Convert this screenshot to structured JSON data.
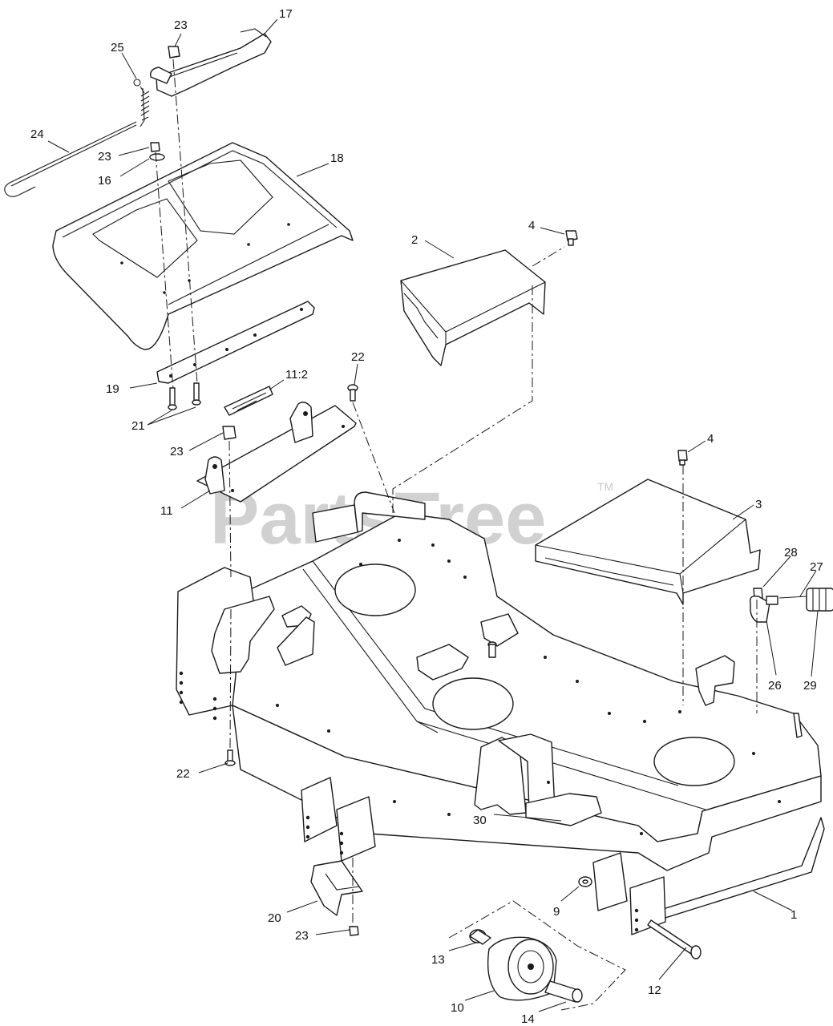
{
  "watermark": {
    "text": "PartsTree",
    "trademark": "TM"
  },
  "callouts": [
    {
      "id": "c23a",
      "label": "23"
    },
    {
      "id": "c17",
      "label": "17"
    },
    {
      "id": "c25",
      "label": "25"
    },
    {
      "id": "c24",
      "label": "24"
    },
    {
      "id": "c23b",
      "label": "23"
    },
    {
      "id": "c16",
      "label": "16"
    },
    {
      "id": "c18",
      "label": "18"
    },
    {
      "id": "c2",
      "label": "2"
    },
    {
      "id": "c4a",
      "label": "4"
    },
    {
      "id": "c22a",
      "label": "22"
    },
    {
      "id": "c11b",
      "label": "11:2"
    },
    {
      "id": "c19",
      "label": "19"
    },
    {
      "id": "c21",
      "label": "21"
    },
    {
      "id": "c23c",
      "label": "23"
    },
    {
      "id": "c11",
      "label": "11"
    },
    {
      "id": "c4b",
      "label": "4"
    },
    {
      "id": "c3",
      "label": "3"
    },
    {
      "id": "c28",
      "label": "28"
    },
    {
      "id": "c27",
      "label": "27"
    },
    {
      "id": "c26",
      "label": "26"
    },
    {
      "id": "c29",
      "label": "29"
    },
    {
      "id": "c22b",
      "label": "22"
    },
    {
      "id": "c30",
      "label": "30"
    },
    {
      "id": "c9",
      "label": "9"
    },
    {
      "id": "c1",
      "label": "1"
    },
    {
      "id": "c20",
      "label": "20"
    },
    {
      "id": "c23d",
      "label": "23"
    },
    {
      "id": "c13",
      "label": "13"
    },
    {
      "id": "c12",
      "label": "12"
    },
    {
      "id": "c10",
      "label": "10"
    },
    {
      "id": "c14",
      "label": "14"
    }
  ]
}
